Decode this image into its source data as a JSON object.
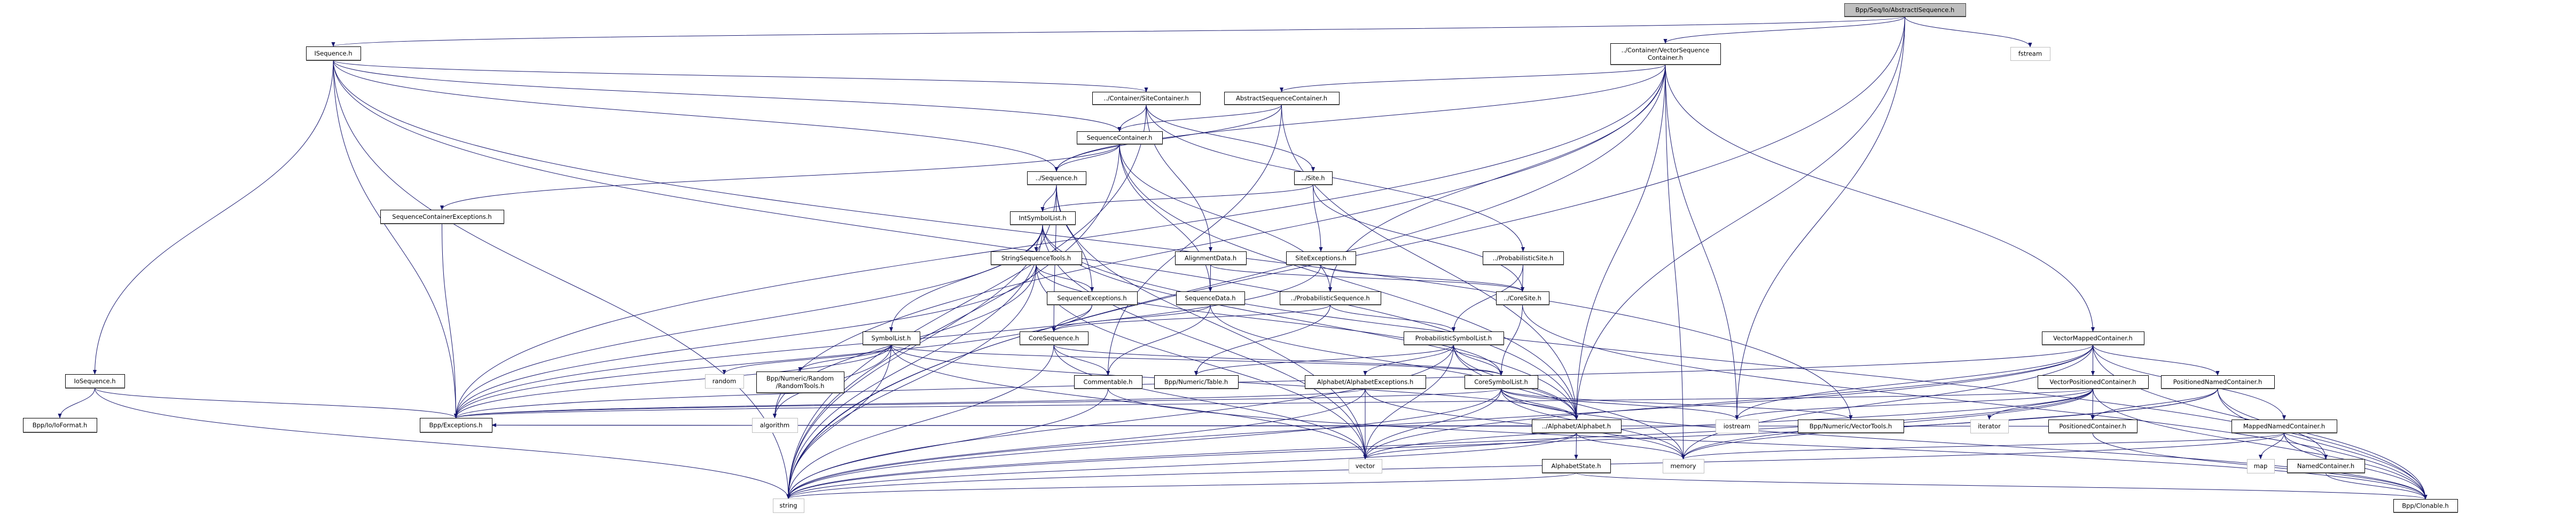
{
  "colors": {
    "edge": "#191970",
    "root_fill": "#bfbfbf",
    "system_border": "#bfbfbf",
    "node_border": "#000000"
  },
  "nodes": [
    {
      "id": "root",
      "lines": [
        "Bpp/Seq/Io/AbstractISequence.h"
      ],
      "kind": "root"
    },
    {
      "id": "isequence",
      "lines": [
        "ISequence.h"
      ]
    },
    {
      "id": "vsc",
      "lines": [
        "../Container/VectorSequence",
        "Container.h"
      ]
    },
    {
      "id": "sitecont",
      "lines": [
        "../Container/SiteContainer.h"
      ]
    },
    {
      "id": "asc",
      "lines": [
        "AbstractSequenceContainer.h"
      ]
    },
    {
      "id": "seqcont",
      "lines": [
        "SequenceContainer.h"
      ]
    },
    {
      "id": "sequence",
      "lines": [
        "../Sequence.h"
      ]
    },
    {
      "id": "site",
      "lines": [
        "../Site.h"
      ]
    },
    {
      "id": "sce",
      "lines": [
        "SequenceContainerExceptions.h"
      ]
    },
    {
      "id": "intsym",
      "lines": [
        "IntSymbolList.h"
      ]
    },
    {
      "id": "sst",
      "lines": [
        "StringSequenceTools.h"
      ]
    },
    {
      "id": "aligndata",
      "lines": [
        "AlignmentData.h"
      ]
    },
    {
      "id": "siteexc",
      "lines": [
        "SiteExceptions.h"
      ]
    },
    {
      "id": "probsite",
      "lines": [
        "../ProbabilisticSite.h"
      ]
    },
    {
      "id": "seqexc",
      "lines": [
        "SequenceExceptions.h"
      ]
    },
    {
      "id": "seqdata",
      "lines": [
        "SequenceData.h"
      ]
    },
    {
      "id": "probseq",
      "lines": [
        "../ProbabilisticSequence.h"
      ]
    },
    {
      "id": "coresite",
      "lines": [
        "../CoreSite.h"
      ]
    },
    {
      "id": "symlist",
      "lines": [
        "SymbolList.h"
      ]
    },
    {
      "id": "coreseq",
      "lines": [
        "CoreSequence.h"
      ]
    },
    {
      "id": "probsym",
      "lines": [
        "ProbabilisticSymbolList.h"
      ]
    },
    {
      "id": "vmc",
      "lines": [
        "VectorMappedContainer.h"
      ]
    },
    {
      "id": "iosequence",
      "lines": [
        "IoSequence.h"
      ]
    },
    {
      "id": "random",
      "lines": [
        "random"
      ],
      "kind": "system"
    },
    {
      "id": "randomtools",
      "lines": [
        "Bpp/Numeric/Random",
        "/RandomTools.h"
      ]
    },
    {
      "id": "commentable",
      "lines": [
        "Commentable.h"
      ]
    },
    {
      "id": "table",
      "lines": [
        "Bpp/Numeric/Table.h"
      ]
    },
    {
      "id": "alphexc",
      "lines": [
        "Alphabet/AlphabetExceptions.h"
      ]
    },
    {
      "id": "coresym",
      "lines": [
        "CoreSymbolList.h"
      ]
    },
    {
      "id": "vpc",
      "lines": [
        "VectorPositionedContainer.h"
      ]
    },
    {
      "id": "pnc",
      "lines": [
        "PositionedNamedContainer.h"
      ]
    },
    {
      "id": "ioformat",
      "lines": [
        "Bpp/Io/IoFormat.h"
      ]
    },
    {
      "id": "exceptions",
      "lines": [
        "Bpp/Exceptions.h"
      ]
    },
    {
      "id": "algorithm",
      "lines": [
        "algorithm"
      ],
      "kind": "system"
    },
    {
      "id": "alphabet",
      "lines": [
        "../Alphabet/Alphabet.h"
      ]
    },
    {
      "id": "iostream",
      "lines": [
        "iostream"
      ],
      "kind": "system"
    },
    {
      "id": "vectortools",
      "lines": [
        "Bpp/Numeric/VectorTools.h"
      ]
    },
    {
      "id": "iterator",
      "lines": [
        "iterator"
      ],
      "kind": "system"
    },
    {
      "id": "poscont",
      "lines": [
        "PositionedContainer.h"
      ]
    },
    {
      "id": "mnc",
      "lines": [
        "MappedNamedContainer.h"
      ]
    },
    {
      "id": "fstream",
      "lines": [
        "fstream"
      ],
      "kind": "system"
    },
    {
      "id": "vector",
      "lines": [
        "vector"
      ],
      "kind": "system"
    },
    {
      "id": "alphstate",
      "lines": [
        "AlphabetState.h"
      ]
    },
    {
      "id": "memory",
      "lines": [
        "memory"
      ],
      "kind": "system"
    },
    {
      "id": "map",
      "lines": [
        "map"
      ],
      "kind": "system"
    },
    {
      "id": "namedcont",
      "lines": [
        "NamedContainer.h"
      ]
    },
    {
      "id": "string",
      "lines": [
        "string"
      ],
      "kind": "system"
    },
    {
      "id": "clonable",
      "lines": [
        "Bpp/Clonable.h"
      ]
    }
  ],
  "edges": [
    [
      "root",
      "isequence"
    ],
    [
      "root",
      "vsc"
    ],
    [
      "root",
      "fstream"
    ],
    [
      "root",
      "string"
    ],
    [
      "root",
      "iostream"
    ],
    [
      "root",
      "alphabet"
    ],
    [
      "isequence",
      "iosequence"
    ],
    [
      "isequence",
      "string"
    ],
    [
      "isequence",
      "exceptions"
    ],
    [
      "isequence",
      "sequence"
    ],
    [
      "isequence",
      "seqcont"
    ],
    [
      "isequence",
      "sitecont"
    ],
    [
      "isequence",
      "alphabet"
    ],
    [
      "isequence",
      "vectortools"
    ],
    [
      "iosequence",
      "ioformat"
    ],
    [
      "iosequence",
      "exceptions"
    ],
    [
      "iosequence",
      "string"
    ],
    [
      "vsc",
      "asc"
    ],
    [
      "vsc",
      "sequence"
    ],
    [
      "vsc",
      "vmc"
    ],
    [
      "vsc",
      "exceptions"
    ],
    [
      "vsc",
      "probseq"
    ],
    [
      "vsc",
      "alphabet"
    ],
    [
      "vsc",
      "memory"
    ],
    [
      "vsc",
      "string"
    ],
    [
      "vsc",
      "iostream"
    ],
    [
      "vsc",
      "algorithm"
    ],
    [
      "sitecont",
      "seqcont"
    ],
    [
      "sitecont",
      "site"
    ],
    [
      "sitecont",
      "aligndata"
    ],
    [
      "sitecont",
      "probsite"
    ],
    [
      "sitecont",
      "string"
    ],
    [
      "asc",
      "seqcont"
    ],
    [
      "asc",
      "sequence"
    ],
    [
      "asc",
      "alphabet"
    ],
    [
      "asc",
      "commentable"
    ],
    [
      "seqcont",
      "sequence"
    ],
    [
      "seqcont",
      "sce"
    ],
    [
      "seqcont",
      "seqdata"
    ],
    [
      "seqcont",
      "probseq"
    ],
    [
      "seqcont",
      "string"
    ],
    [
      "seqcont",
      "alphabet"
    ],
    [
      "sce",
      "exceptions"
    ],
    [
      "sequence",
      "intsym"
    ],
    [
      "sequence",
      "seqexc"
    ],
    [
      "sequence",
      "coreseq"
    ],
    [
      "sequence",
      "string"
    ],
    [
      "sequence",
      "vector"
    ],
    [
      "site",
      "intsym"
    ],
    [
      "site",
      "siteexc"
    ],
    [
      "site",
      "coresite"
    ],
    [
      "intsym",
      "sst"
    ],
    [
      "intsym",
      "symlist"
    ],
    [
      "intsym",
      "alphabet"
    ],
    [
      "intsym",
      "string"
    ],
    [
      "intsym",
      "vector"
    ],
    [
      "intsym",
      "clonable"
    ],
    [
      "intsym",
      "exceptions"
    ],
    [
      "sst",
      "seqexc"
    ],
    [
      "sst",
      "coresym"
    ],
    [
      "sst",
      "exceptions"
    ],
    [
      "sst",
      "string"
    ],
    [
      "sst",
      "vector"
    ],
    [
      "sst",
      "algorithm"
    ],
    [
      "seqexc",
      "coreseq"
    ],
    [
      "seqexc",
      "exceptions"
    ],
    [
      "aligndata",
      "seqdata"
    ],
    [
      "aligndata",
      "coresite"
    ],
    [
      "seqdata",
      "coreseq"
    ],
    [
      "seqdata",
      "alphabet"
    ],
    [
      "seqdata",
      "commentable"
    ],
    [
      "siteexc",
      "coresite"
    ],
    [
      "siteexc",
      "exceptions"
    ],
    [
      "probsite",
      "coresite"
    ],
    [
      "probsite",
      "probsym"
    ],
    [
      "probseq",
      "probsym"
    ],
    [
      "probseq",
      "coreseq"
    ],
    [
      "probseq",
      "table"
    ],
    [
      "coresite",
      "coresym"
    ],
    [
      "coresite",
      "clonable"
    ],
    [
      "symlist",
      "random"
    ],
    [
      "symlist",
      "randomtools"
    ],
    [
      "symlist",
      "algorithm"
    ],
    [
      "symlist",
      "exceptions"
    ],
    [
      "symlist",
      "coresym"
    ],
    [
      "symlist",
      "string"
    ],
    [
      "symlist",
      "vector"
    ],
    [
      "symlist",
      "alphabet"
    ],
    [
      "coreseq",
      "commentable"
    ],
    [
      "coreseq",
      "coresym"
    ],
    [
      "coreseq",
      "string"
    ],
    [
      "coreseq",
      "vector"
    ],
    [
      "probsym",
      "coresym"
    ],
    [
      "probsym",
      "table"
    ],
    [
      "probsym",
      "alphexc"
    ],
    [
      "probsym",
      "alphabet"
    ],
    [
      "probsym",
      "vector"
    ],
    [
      "probsym",
      "memory"
    ],
    [
      "probsym",
      "string"
    ],
    [
      "commentable",
      "string"
    ],
    [
      "commentable",
      "clonable"
    ],
    [
      "alphexc",
      "exceptions"
    ],
    [
      "alphexc",
      "vector"
    ],
    [
      "alphexc",
      "string"
    ],
    [
      "alphexc",
      "memory"
    ],
    [
      "coresym",
      "alphabet"
    ],
    [
      "coresym",
      "vector"
    ],
    [
      "coresym",
      "string"
    ],
    [
      "coresym",
      "memory"
    ],
    [
      "coresym",
      "iostream"
    ],
    [
      "coresym",
      "clonable"
    ],
    [
      "coresym",
      "vectortools"
    ],
    [
      "coresym",
      "exceptions"
    ],
    [
      "alphabet",
      "alphstate"
    ],
    [
      "alphabet",
      "memory"
    ],
    [
      "alphabet",
      "vector"
    ],
    [
      "alphabet",
      "string"
    ],
    [
      "alphabet",
      "exceptions"
    ],
    [
      "alphstate",
      "clonable"
    ],
    [
      "alphstate",
      "string"
    ],
    [
      "vmc",
      "vpc"
    ],
    [
      "vmc",
      "pnc"
    ],
    [
      "vmc",
      "mnc"
    ],
    [
      "vmc",
      "clonable"
    ],
    [
      "vmc",
      "exceptions"
    ],
    [
      "vmc",
      "memory"
    ],
    [
      "vmc",
      "vector"
    ],
    [
      "vmc",
      "string"
    ],
    [
      "vmc",
      "iostream"
    ],
    [
      "vpc",
      "poscont"
    ],
    [
      "vpc",
      "iterator"
    ],
    [
      "vpc",
      "iostream"
    ],
    [
      "vpc",
      "vector"
    ],
    [
      "vpc",
      "memory"
    ],
    [
      "vpc",
      "string"
    ],
    [
      "vpc",
      "clonable"
    ],
    [
      "vpc",
      "exceptions"
    ],
    [
      "pnc",
      "poscont"
    ],
    [
      "pnc",
      "namedcont"
    ],
    [
      "pnc",
      "clonable"
    ],
    [
      "pnc",
      "memory"
    ],
    [
      "pnc",
      "string"
    ],
    [
      "poscont",
      "clonable"
    ],
    [
      "poscont",
      "exceptions"
    ],
    [
      "mnc",
      "map"
    ],
    [
      "mnc",
      "namedcont"
    ],
    [
      "mnc",
      "clonable"
    ],
    [
      "mnc",
      "memory"
    ],
    [
      "mnc",
      "string"
    ],
    [
      "namedcont",
      "clonable"
    ]
  ]
}
